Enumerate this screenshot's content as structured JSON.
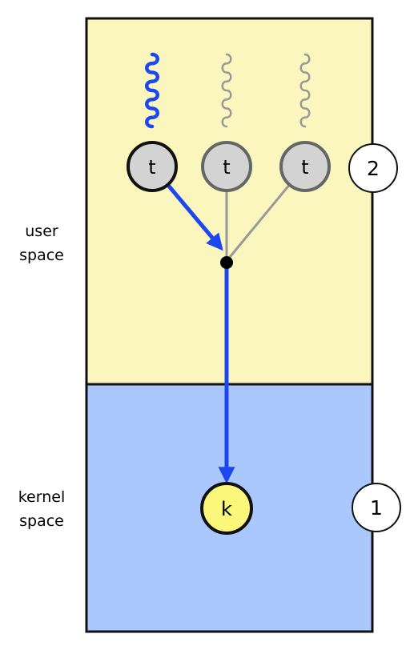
{
  "regions": {
    "user": {
      "label_line1": "user",
      "label_line2": "space",
      "fill": "#fbf6bd"
    },
    "kernel": {
      "label_line1": "kernel",
      "label_line2": "space",
      "fill": "#aac8fb"
    }
  },
  "threads": [
    {
      "label": "t",
      "active": true
    },
    {
      "label": "t",
      "active": false
    },
    {
      "label": "t",
      "active": false
    }
  ],
  "kernel_thread": {
    "label": "k",
    "fill": "#fbf77a"
  },
  "level_badges": {
    "user": "2",
    "kernel": "1"
  },
  "colors": {
    "active": "#1c47f0",
    "inactive": "#999999",
    "thread_fill": "#d3d3d3",
    "outline": "#111111"
  }
}
